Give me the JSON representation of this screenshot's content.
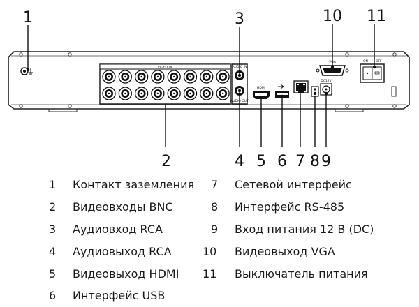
{
  "callouts": [
    "1",
    "2",
    "3",
    "4",
    "5",
    "6",
    "7",
    "8",
    "9",
    "10",
    "11"
  ],
  "panel_labels": {
    "video_in": "VIDEO IN",
    "audio_in": "AUDIO IN",
    "audio_out": "AUDIO OUT",
    "hdmi": "HDMI",
    "vga": "VGA",
    "on": "ON",
    "off": "OFF",
    "dc": "DC12V"
  },
  "legend": [
    {
      "num": "1",
      "text": "Контакт заземления"
    },
    {
      "num": "2",
      "text": "Видеовходы BNC"
    },
    {
      "num": "3",
      "text": "Аудиовход RCA"
    },
    {
      "num": "4",
      "text": "Аудиовыход RCA"
    },
    {
      "num": "5",
      "text": "Видеовыход HDMI"
    },
    {
      "num": "6",
      "text": "Интерфейс USB"
    },
    {
      "num": "7",
      "text": "Сетевой интерфейс"
    },
    {
      "num": "8",
      "text": "Интерфейс RS-485"
    },
    {
      "num": "9",
      "text": "Вход питания 12 В (DC)"
    },
    {
      "num": "10",
      "text": "Видеовыход VGA"
    },
    {
      "num": "11",
      "text": "Выключатель питания"
    }
  ]
}
